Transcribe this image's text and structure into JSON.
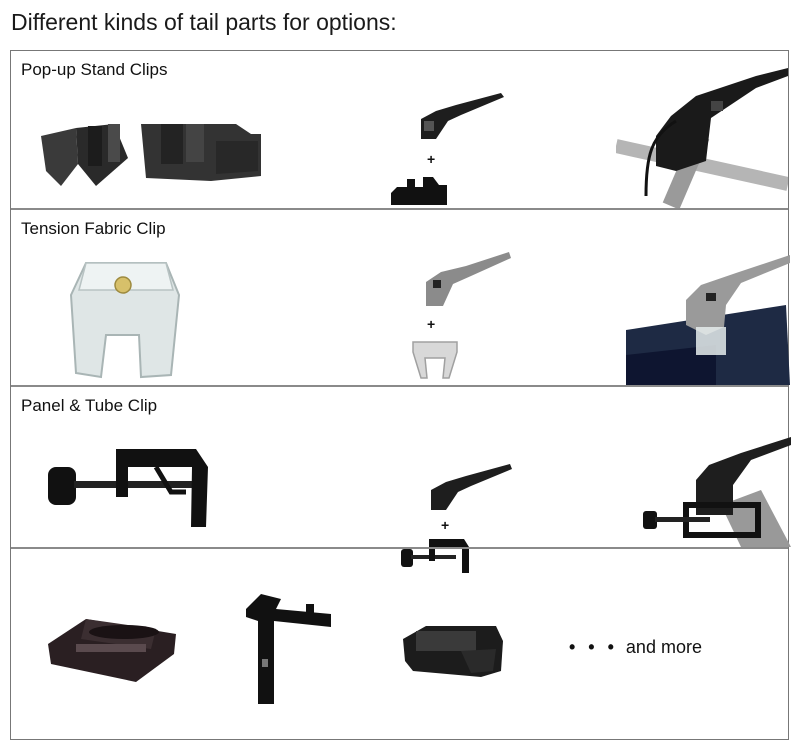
{
  "heading": "Different kinds of tail parts for options:",
  "rows": [
    {
      "label": "Pop-up Stand Clips",
      "plus": "+"
    },
    {
      "label": "Tension Fabric Clip",
      "plus": "+"
    },
    {
      "label": "Panel & Tube Clip",
      "plus": "+"
    },
    {
      "label": ""
    }
  ],
  "more": {
    "dots": "• • •",
    "text": "and more"
  }
}
